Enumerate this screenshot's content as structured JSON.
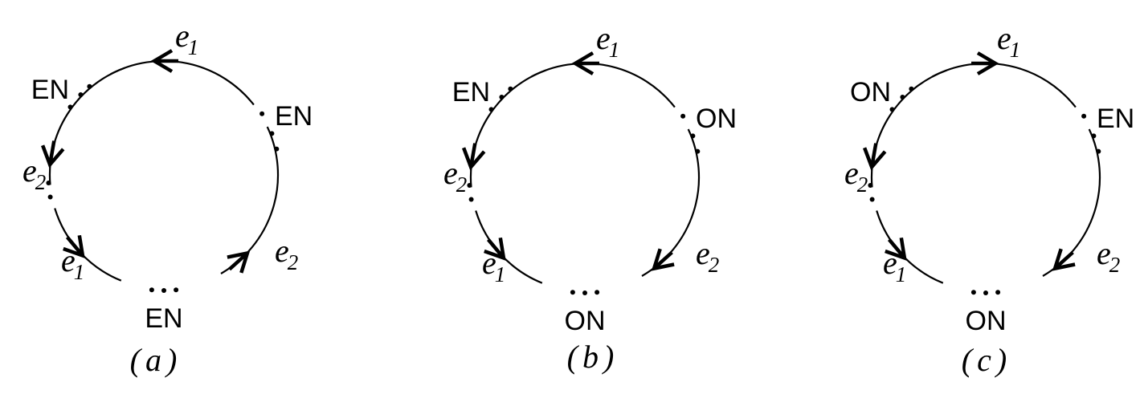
{
  "diagrams": [
    {
      "caption": "(a)",
      "edges": [
        {
          "base": "e",
          "sub": "1",
          "dir": "ccw"
        },
        {
          "base": "e",
          "sub": "2",
          "dir": "ccw"
        },
        {
          "base": "e",
          "sub": "1",
          "dir": "ccw"
        },
        {
          "base": "e",
          "sub": "2",
          "dir": "ccw"
        }
      ],
      "nodes": [
        "EN",
        "EN",
        "EN"
      ]
    },
    {
      "caption": "(b)",
      "edges": [
        {
          "base": "e",
          "sub": "1",
          "dir": "ccw"
        },
        {
          "base": "e",
          "sub": "2",
          "dir": "ccw"
        },
        {
          "base": "e",
          "sub": "1",
          "dir": "ccw"
        },
        {
          "base": "e",
          "sub": "2",
          "dir": "cw"
        }
      ],
      "nodes": [
        "EN",
        "ON",
        "ON"
      ]
    },
    {
      "caption": "(c)",
      "edges": [
        {
          "base": "e",
          "sub": "1",
          "dir": "cw"
        },
        {
          "base": "e",
          "sub": "2",
          "dir": "ccw"
        },
        {
          "base": "e",
          "sub": "1",
          "dir": "ccw"
        },
        {
          "base": "e",
          "sub": "2",
          "dir": "cw"
        }
      ],
      "nodes": [
        "ON",
        "EN",
        "ON"
      ]
    }
  ]
}
